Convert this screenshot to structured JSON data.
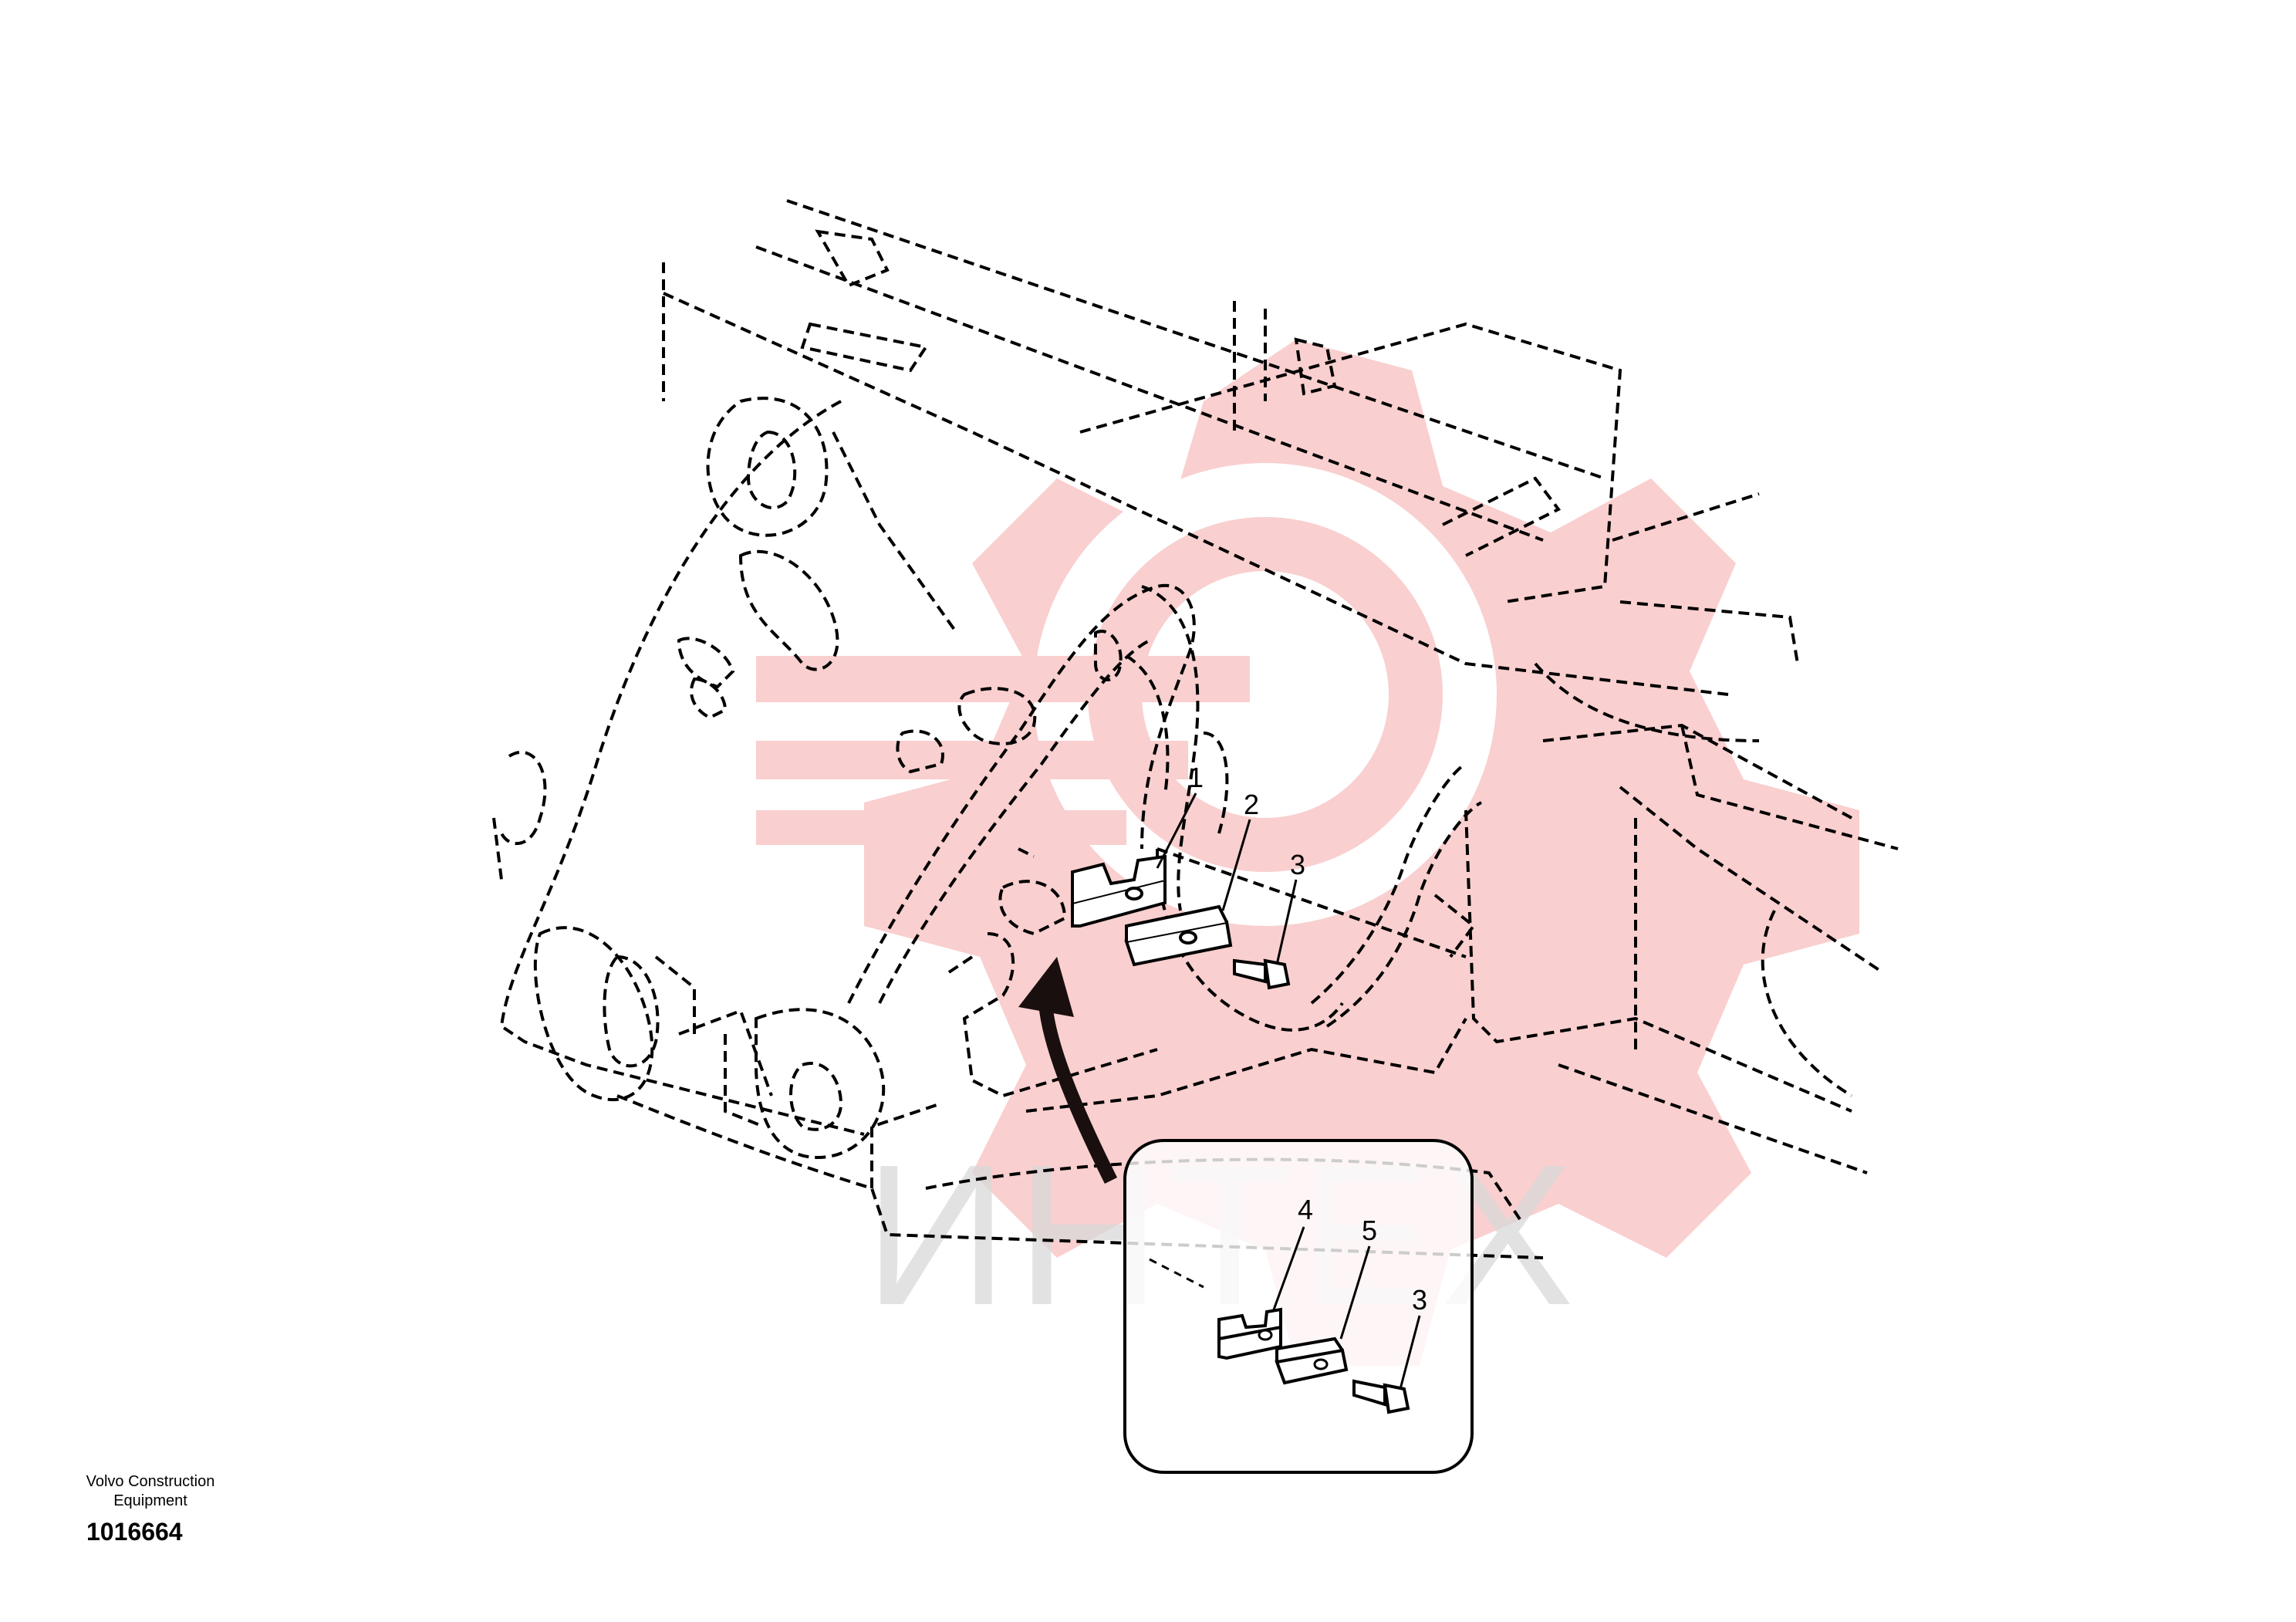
{
  "footer": {
    "company": "Volvo Construction Equipment",
    "drawing_number": "1016664"
  },
  "watermark": {
    "text": "ИНТЕХ",
    "gear_color": "#f5a8a8",
    "text_color": "#d9d9d9"
  },
  "callouts": {
    "main": [
      "1",
      "2",
      "3"
    ],
    "inset": [
      "4",
      "5",
      "3"
    ]
  },
  "colors": {
    "line": "#000000",
    "arrow": "#1a0f0f"
  }
}
